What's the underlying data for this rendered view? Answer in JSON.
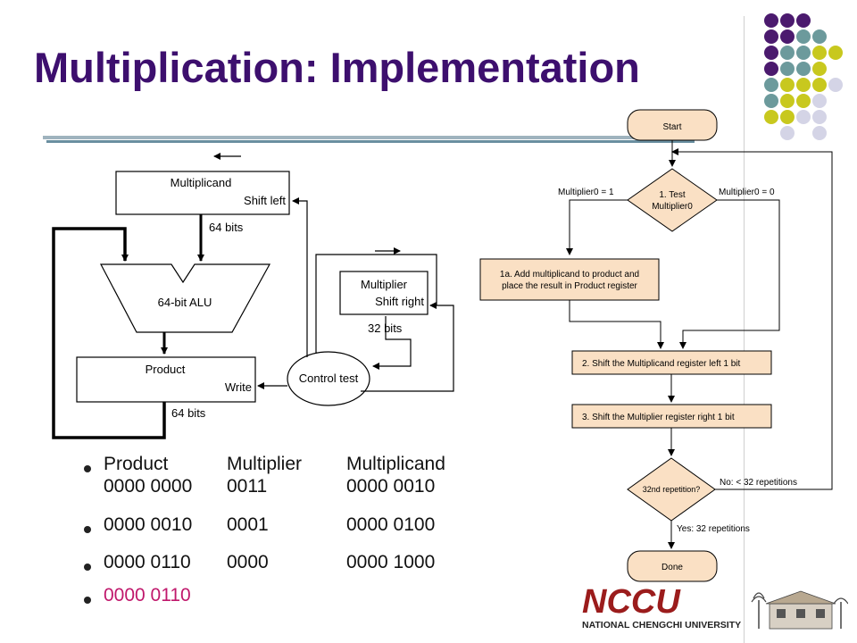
{
  "title": "Multiplication:  Implementation",
  "colors": {
    "title": "#3d0f6e",
    "highlight": "#c0186c",
    "purple": "#4b1a6e",
    "teal": "#6c9a9c",
    "yellow": "#c8c81e",
    "lavender": "#d4d4e6",
    "flow_fill": "#fae0c4"
  },
  "datapath": {
    "multiplicand": "Multiplicand",
    "shift_left": "Shift left",
    "bits64_a": "64 bits",
    "alu": "64-bit ALU",
    "product": "Product",
    "write": "Write",
    "bits64_b": "64 bits",
    "multiplier": "Multiplier",
    "shift_right": "Shift right",
    "bits32": "32 bits",
    "control": "Control test"
  },
  "flowchart": {
    "start": "Start",
    "test_line1": "1. Test",
    "test_line2": "Multiplier0",
    "left_label": "Multiplier0 = 1",
    "right_label": "Multiplier0 = 0",
    "step1a_line1": "1a. Add multiplicand to product and",
    "step1a_line2": "place the result in Product register",
    "step2": "2. Shift the Multiplicand register left 1 bit",
    "step3": "3. Shift the Multiplier register right 1 bit",
    "rep_q": "32nd repetition?",
    "no_label": "No:  < 32 repetitions",
    "yes_label": "Yes:  32 repetitions",
    "done": "Done"
  },
  "table": {
    "headers": [
      "Product",
      "Multiplier",
      "Multiplicand"
    ],
    "rows": [
      [
        "0000 0000",
        "0011",
        "0000 0010"
      ],
      [
        "0000 0010",
        "0001",
        "0000 0100"
      ],
      [
        "0000 0110",
        "0000",
        "0000 1000"
      ],
      [
        "0000 0110",
        "",
        ""
      ]
    ]
  },
  "logo": {
    "name": "NCCU",
    "subtitle": "NATIONAL CHENGCHI UNIVERSITY"
  }
}
